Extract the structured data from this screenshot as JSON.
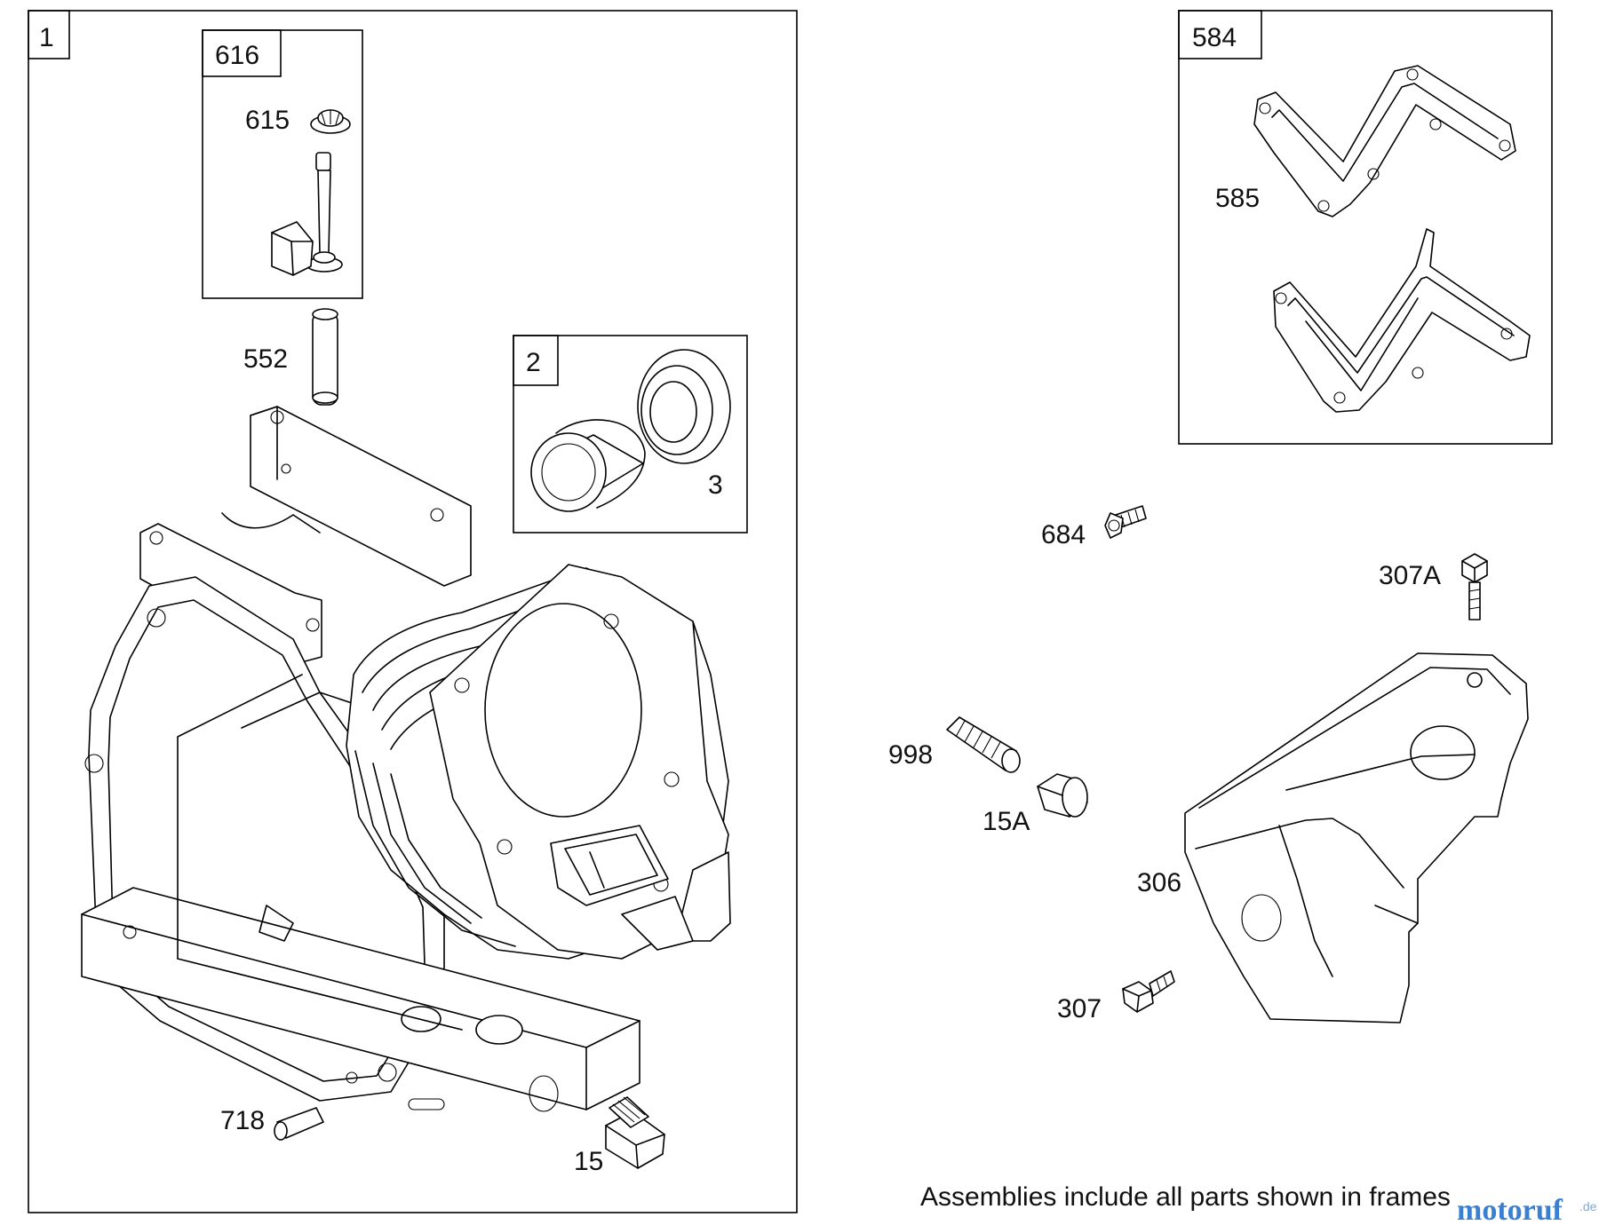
{
  "frames": {
    "frame_1": "1",
    "frame_616": "616",
    "frame_2": "2",
    "frame_584": "584"
  },
  "labels": {
    "p615": "615",
    "p552": "552",
    "p3": "3",
    "p585": "585",
    "p684": "684",
    "p307A": "307A",
    "p998": "998",
    "p15A": "15A",
    "p306": "306",
    "p307": "307",
    "p718": "718",
    "p15": "15"
  },
  "footer": {
    "note": "Assemblies include all parts shown in frames"
  },
  "watermark": {
    "brand": "motoruf",
    "tld": ".de"
  },
  "icons": [
    "crankcase-icon",
    "dipstick-icon",
    "seal-icon",
    "gasket-icon",
    "bolt-icon",
    "plug-icon",
    "shield-icon"
  ],
  "colors": {
    "line": "#000000",
    "background": "#ffffff",
    "watermark": "#3b7fd0"
  }
}
